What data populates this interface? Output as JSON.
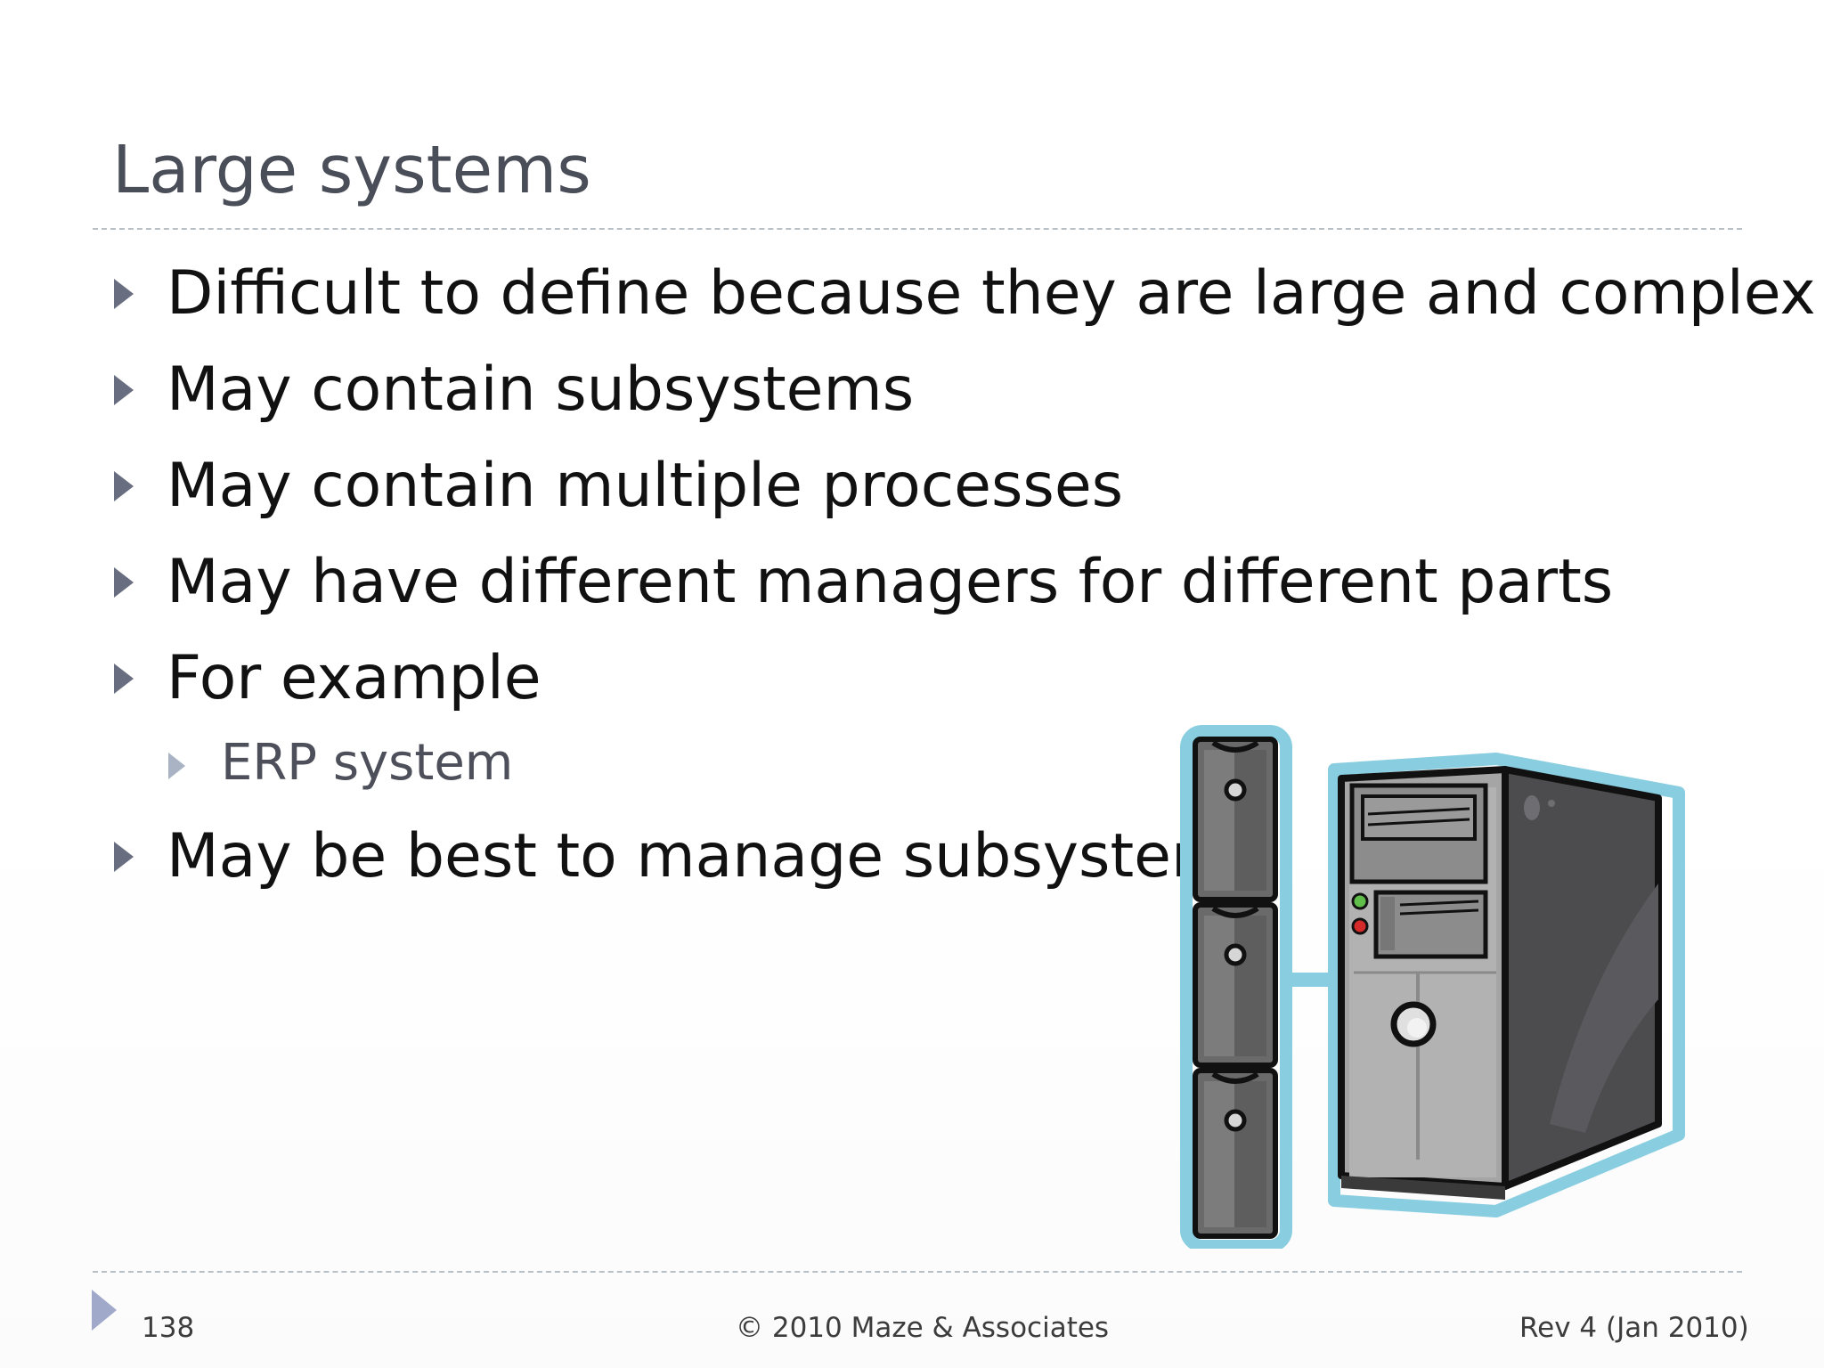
{
  "slide": {
    "title": "Large systems",
    "bullets": [
      "Difficult to define because they are large and complex",
      "May contain subsystems",
      "May contain multiple processes",
      "May have different managers for different parts",
      "For example"
    ],
    "sub_bullets": [
      "ERP system"
    ],
    "last_bullet": "May be best to manage subsystems",
    "illustration": "server-tower-with-drive-units-icon"
  },
  "footer": {
    "page_number": "138",
    "copyright": "© 2010 Maze & Associates",
    "revision": "Rev 4 (Jan 2010)"
  },
  "colors": {
    "title": "#4a4e59",
    "bullet_text": "#111111",
    "bullet_arrow": "#686d80",
    "sub_bullet_arrow": "#a9b3c3",
    "rule": "#b8c0c6",
    "outline_glow": "#88cde0"
  }
}
